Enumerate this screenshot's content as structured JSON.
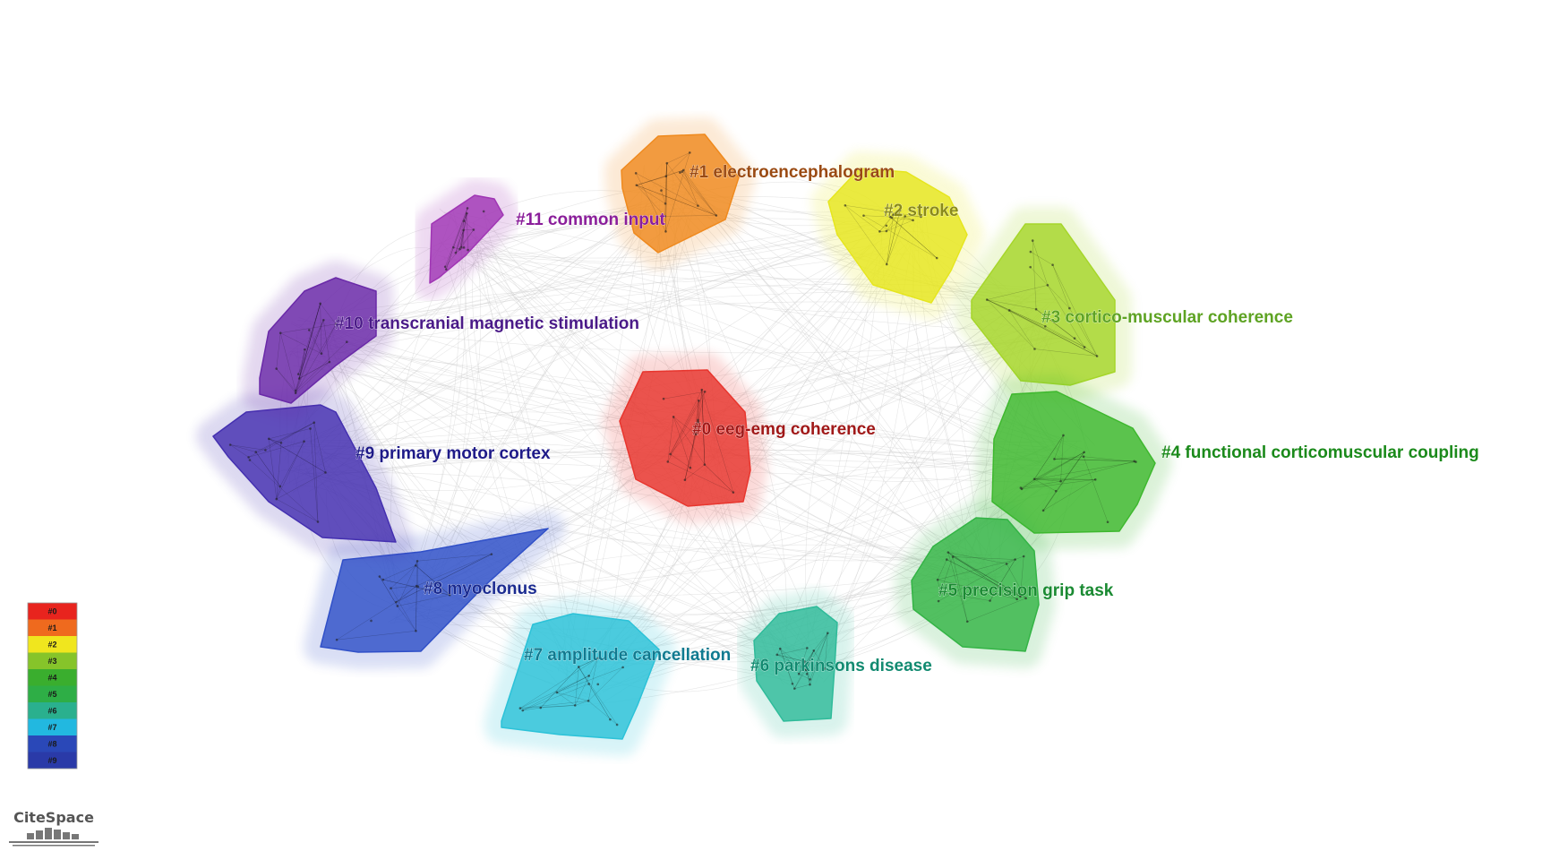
{
  "clusters": [
    {
      "id": "#0",
      "label": "#0 eeg-emg coherence",
      "color": "#e8362e",
      "text_color": "#a01818"
    },
    {
      "id": "#1",
      "label": "#1 electroencephalogram",
      "color": "#ef8a1e",
      "text_color": "#9a4a12"
    },
    {
      "id": "#2",
      "label": "#2 stroke",
      "color": "#e6e61e",
      "text_color": "#8a8a18"
    },
    {
      "id": "#3",
      "label": "#3 cortico-muscular coherence",
      "color": "#a6d62a",
      "text_color": "#5ea323"
    },
    {
      "id": "#4",
      "label": "#4 functional corticomuscular coupling",
      "color": "#3eb82e",
      "text_color": "#1b8a1b"
    },
    {
      "id": "#5",
      "label": "#5 precision grip task",
      "color": "#34b446",
      "text_color": "#1a8a32"
    },
    {
      "id": "#6",
      "label": "#6 parkinsons disease",
      "color": "#2fbb9a",
      "text_color": "#118a70"
    },
    {
      "id": "#7",
      "label": "#7 amplitude cancellation",
      "color": "#2cc2d8",
      "text_color": "#0f7a90"
    },
    {
      "id": "#8",
      "label": "#8 myoclonus",
      "color": "#3050c8",
      "text_color": "#1a2a90"
    },
    {
      "id": "#9",
      "label": "#9 primary motor cortex",
      "color": "#4430b0",
      "text_color": "#1e1a88"
    },
    {
      "id": "#10",
      "label": "#10 transcranial magnetic stimulation",
      "color": "#6a2aa8",
      "text_color": "#4a1a88"
    },
    {
      "id": "#11",
      "label": "#11 common input",
      "color": "#a036b4",
      "text_color": "#8a1e9a"
    }
  ],
  "legend": {
    "items": [
      {
        "label": "#0",
        "color": "#e8241e"
      },
      {
        "label": "#1",
        "color": "#ef6a1e"
      },
      {
        "label": "#2",
        "color": "#f0e61e"
      },
      {
        "label": "#3",
        "color": "#86c42a"
      },
      {
        "label": "#4",
        "color": "#3aae2e"
      },
      {
        "label": "#5",
        "color": "#2eae46"
      },
      {
        "label": "#6",
        "color": "#2ab08e"
      },
      {
        "label": "#7",
        "color": "#22b8e0"
      },
      {
        "label": "#8",
        "color": "#2a48b8"
      },
      {
        "label": "#9",
        "color": "#2a3aa8"
      }
    ]
  },
  "logo": {
    "text": "CiteSpace"
  }
}
